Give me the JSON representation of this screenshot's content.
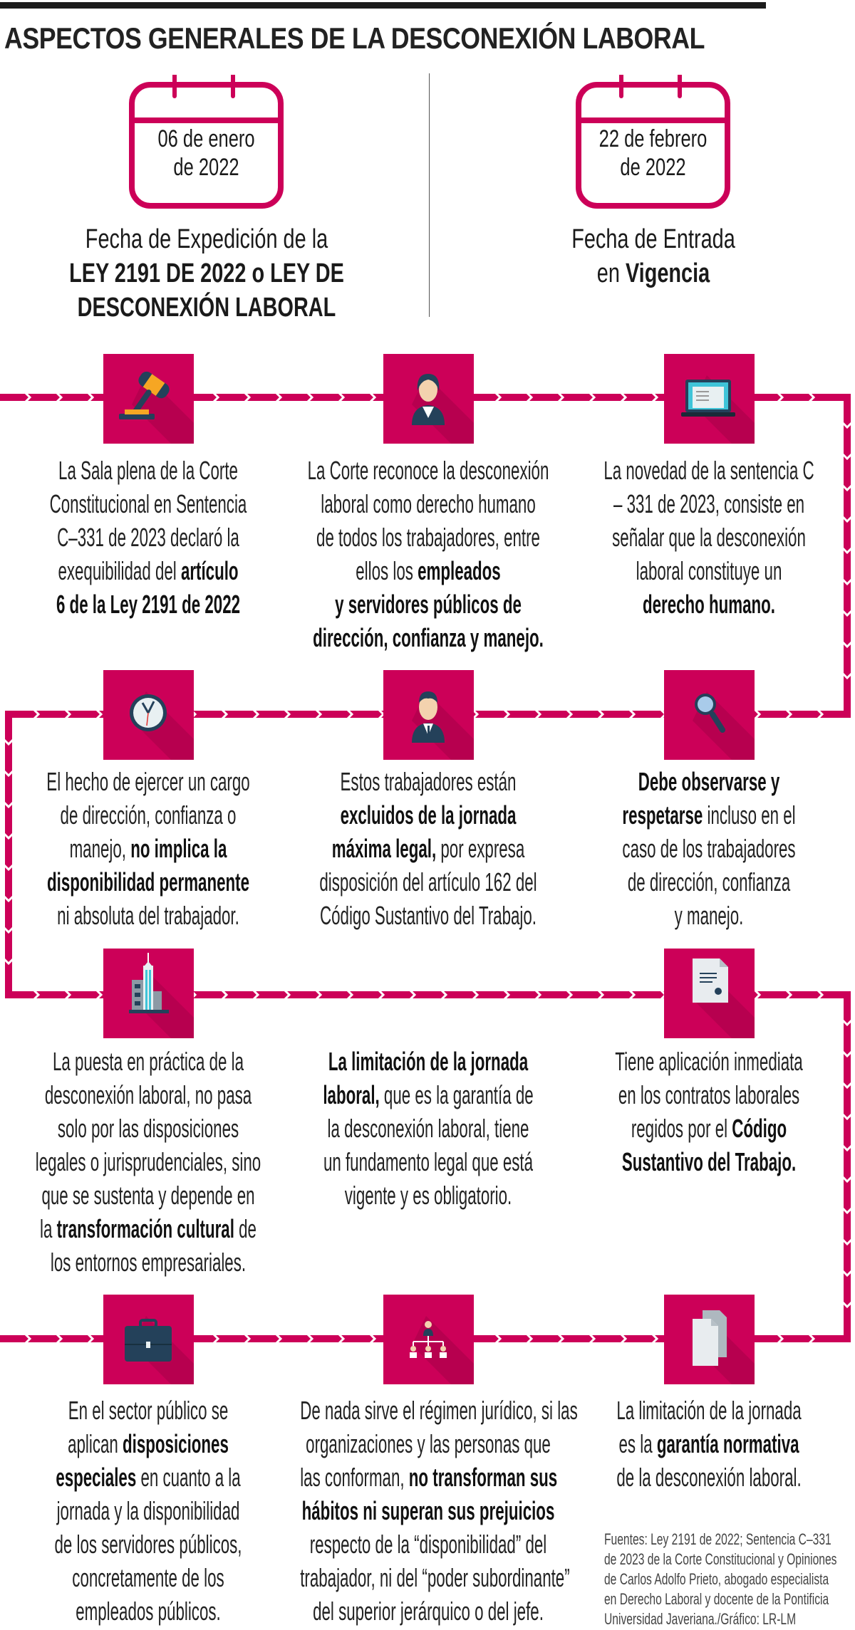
{
  "title": "ASPECTOS GENERALES DE LA DESCONEXIÓN LABORAL",
  "colors": {
    "accent": "#CC0058",
    "shadow": "#A8004A",
    "icon_dark": "#24415A"
  },
  "dates": [
    {
      "date_line1": "06 de enero",
      "date_line2": "de 2022",
      "caption": [
        [
          {
            "t": "Fecha de Expedición de la",
            "b": false
          }
        ],
        [
          {
            "t": "LEY 2191 DE 2022 o LEY DE",
            "b": true
          }
        ],
        [
          {
            "t": "DESCONEXIÓN LABORAL",
            "b": true
          }
        ]
      ]
    },
    {
      "date_line1": "22 de febrero",
      "date_line2": "de 2022",
      "caption": [
        [
          {
            "t": "Fecha de Entrada",
            "b": false
          }
        ],
        [
          {
            "t": "en ",
            "b": false
          },
          {
            "t": "Vigencia",
            "b": true
          }
        ]
      ]
    }
  ],
  "items": [
    {
      "icon": "gavel-icon",
      "lines": [
        [
          {
            "t": "La Sala plena de la Corte"
          }
        ],
        [
          {
            "t": "Constitucional en Sentencia"
          }
        ],
        [
          {
            "t": "C–331 de 2023 declaró la"
          }
        ],
        [
          {
            "t": "exequibilidad del "
          },
          {
            "t": "artículo",
            "b": true
          }
        ],
        [
          {
            "t": "6 de la Ley 2191 de 2022",
            "b": true
          }
        ]
      ]
    },
    {
      "icon": "businesswoman-icon",
      "lines": [
        [
          {
            "t": "La Corte reconoce la desconexión"
          }
        ],
        [
          {
            "t": "laboral como derecho humano"
          }
        ],
        [
          {
            "t": "de todos los trabajadores, entre"
          }
        ],
        [
          {
            "t": "ellos los "
          },
          {
            "t": "empleados",
            "b": true
          }
        ],
        [
          {
            "t": "y servidores públicos de",
            "b": true
          }
        ],
        [
          {
            "t": "dirección, confianza y manejo.",
            "b": true
          }
        ]
      ]
    },
    {
      "icon": "laptop-icon",
      "lines": [
        [
          {
            "t": "La novedad de la sentencia C"
          }
        ],
        [
          {
            "t": "– 331 de 2023, consiste en"
          }
        ],
        [
          {
            "t": "señalar que la desconexión"
          }
        ],
        [
          {
            "t": "laboral constituye un"
          }
        ],
        [
          {
            "t": "derecho humano.",
            "b": true
          }
        ]
      ]
    },
    {
      "icon": "clock-icon",
      "lines": [
        [
          {
            "t": "El hecho de ejercer un cargo"
          }
        ],
        [
          {
            "t": "de dirección, confianza o"
          }
        ],
        [
          {
            "t": "manejo, "
          },
          {
            "t": "no implica la",
            "b": true
          }
        ],
        [
          {
            "t": "disponibilidad permanente",
            "b": true
          }
        ],
        [
          {
            "t": "ni absoluta del trabajador."
          }
        ]
      ]
    },
    {
      "icon": "businessman-icon",
      "lines": [
        [
          {
            "t": "Estos trabajadores están"
          }
        ],
        [
          {
            "t": "excluidos de la jornada",
            "b": true
          }
        ],
        [
          {
            "t": "máxima legal,",
            "b": true
          },
          {
            "t": " por expresa"
          }
        ],
        [
          {
            "t": "disposición del artículo 162 del"
          }
        ],
        [
          {
            "t": "Código Sustantivo del Trabajo."
          }
        ]
      ]
    },
    {
      "icon": "magnifier-icon",
      "lines": [
        [
          {
            "t": "Debe observarse y",
            "b": true
          }
        ],
        [
          {
            "t": "respetarse",
            "b": true
          },
          {
            "t": " incluso en el"
          }
        ],
        [
          {
            "t": "caso de los trabajadores"
          }
        ],
        [
          {
            "t": "de dirección, confianza"
          }
        ],
        [
          {
            "t": "y manejo."
          }
        ]
      ]
    },
    {
      "icon": "building-icon",
      "lines": [
        [
          {
            "t": "La puesta en práctica de la"
          }
        ],
        [
          {
            "t": "desconexión laboral, no pasa"
          }
        ],
        [
          {
            "t": "solo por las disposiciones"
          }
        ],
        [
          {
            "t": "legales o jurisprudenciales, sino"
          }
        ],
        [
          {
            "t": "que se sustenta y depende en"
          }
        ],
        [
          {
            "t": "la "
          },
          {
            "t": "transformación cultural",
            "b": true
          },
          {
            "t": " de"
          }
        ],
        [
          {
            "t": "los entornos empresariales."
          }
        ]
      ]
    },
    {
      "icon": null,
      "lines": [
        [
          {
            "t": "La limitación de la jornada",
            "b": true
          }
        ],
        [
          {
            "t": "laboral,",
            "b": true
          },
          {
            "t": " que es la garantía de"
          }
        ],
        [
          {
            "t": "la desconexión laboral, tiene"
          }
        ],
        [
          {
            "t": "un fundamento legal que está"
          }
        ],
        [
          {
            "t": "vigente y es obligatorio."
          }
        ]
      ]
    },
    {
      "icon": "certificate-document-icon",
      "lines": [
        [
          {
            "t": "Tiene aplicación inmediata"
          }
        ],
        [
          {
            "t": "en los contratos laborales"
          }
        ],
        [
          {
            "t": "regidos por el "
          },
          {
            "t": "Código",
            "b": true
          }
        ],
        [
          {
            "t": "Sustantivo del Trabajo.",
            "b": true
          }
        ]
      ]
    },
    {
      "icon": "briefcase-icon",
      "lines": [
        [
          {
            "t": "En el sector público se"
          }
        ],
        [
          {
            "t": "aplican "
          },
          {
            "t": "disposiciones",
            "b": true
          }
        ],
        [
          {
            "t": "especiales",
            "b": true
          },
          {
            "t": " en cuanto a la"
          }
        ],
        [
          {
            "t": "jornada y la disponibilidad"
          }
        ],
        [
          {
            "t": "de los servidores públicos,"
          }
        ],
        [
          {
            "t": "concretamente de los"
          }
        ],
        [
          {
            "t": "empleados públicos."
          }
        ]
      ]
    },
    {
      "icon": "org-chart-icon",
      "lines": [
        [
          {
            "t": "De nada sirve el régimen jurídico, si las"
          }
        ],
        [
          {
            "t": "organizaciones y las personas que"
          }
        ],
        [
          {
            "t": "las conforman, "
          },
          {
            "t": "no transforman sus",
            "b": true
          }
        ],
        [
          {
            "t": "hábitos ni superan sus prejuicios",
            "b": true
          }
        ],
        [
          {
            "t": "respecto de la “disponibilidad” del"
          }
        ],
        [
          {
            "t": "trabajador, ni del “poder subordinante”"
          }
        ],
        [
          {
            "t": "del superior jerárquico o del jefe."
          }
        ]
      ]
    },
    {
      "icon": "documents-icon",
      "lines": [
        [
          {
            "t": "La limitación de la jornada"
          }
        ],
        [
          {
            "t": "es la "
          },
          {
            "t": "garantía normativa",
            "b": true
          }
        ],
        [
          {
            "t": "de la desconexión laboral."
          }
        ]
      ]
    }
  ],
  "sources": [
    "Fuentes: Ley 2191 de 2022; Sentencia C–331",
    "de 2023 de la Corte Constitucional y Opiniones",
    "de Carlos Adolfo Prieto, abogado especialista",
    "en Derecho Laboral y docente de la Pontificia",
    "Universidad Javeriana./Gráfico: LR-LM"
  ]
}
